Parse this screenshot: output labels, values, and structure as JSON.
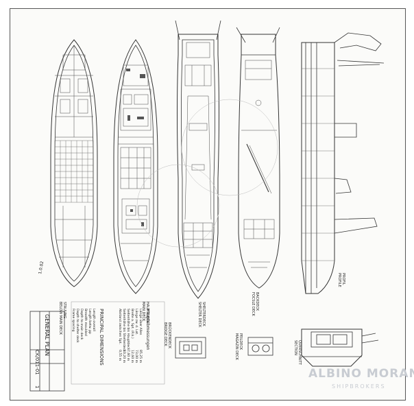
{
  "document": {
    "title": "GENERAL PLAN",
    "drawing_number": "CK/011-01",
    "drawing_number_suffix": "1",
    "revision_note": "1.0.02"
  },
  "plans": [
    {
      "title": "STAUUNG",
      "subtitle": "BELOW MAIN DECK"
    },
    {
      "title": "HAUPTDECK",
      "subtitle": "MAIN DECK"
    },
    {
      "title": "SHELTERDECK",
      "subtitle": "SHELTER DECK"
    },
    {
      "title": "BACKDECK",
      "subtitle": "FOCSLE DECK"
    },
    {
      "title": "PROFIL",
      "subtitle": "PROFILE"
    }
  ],
  "small_views": [
    {
      "title": "BRÜCKENDECK",
      "subtitle": "BRIDGE DECK"
    },
    {
      "title": "PEILDECK",
      "subtitle": "MAGAZIN DECK"
    },
    {
      "title": "QUERSCHNITT",
      "subtitle": "SECTION"
    }
  ],
  "dimensions": {
    "heading_de": "Hauptabmessungen",
    "heading_en": "PRINCIPAL DIMENSIONS",
    "rows": [
      {
        "de": "Länge über Alles",
        "en": "Length overall",
        "value": "85,25 m"
      },
      {
        "de": "Länge zw. d. Lot.",
        "en": "Length betw. pp",
        "value": "73,00 m"
      },
      {
        "de": "Breite a. Spt. (R.k.)",
        "en": "Breadth moulded",
        "value": "12,60 m"
      },
      {
        "de": "Seitenhöhe bis Hauptdeck",
        "en": "Depth to main deck",
        "value": "7,60 m"
      },
      {
        "de": "Seitenhöhe bis Shelterdeck",
        "en": "Depth to shelter deck",
        "value": "10,20 m"
      },
      {
        "de": "Abstand zwischen Spt.",
        "en": "Frame spacing",
        "value": "0,55 m"
      }
    ]
  },
  "watermark": {
    "line1": "ALBINO MORAN",
    "line2": "SHIPBROKERS"
  },
  "colors": {
    "ink": "#333333",
    "paper": "#fbfbf9",
    "watermark": "#c8ccd2"
  }
}
